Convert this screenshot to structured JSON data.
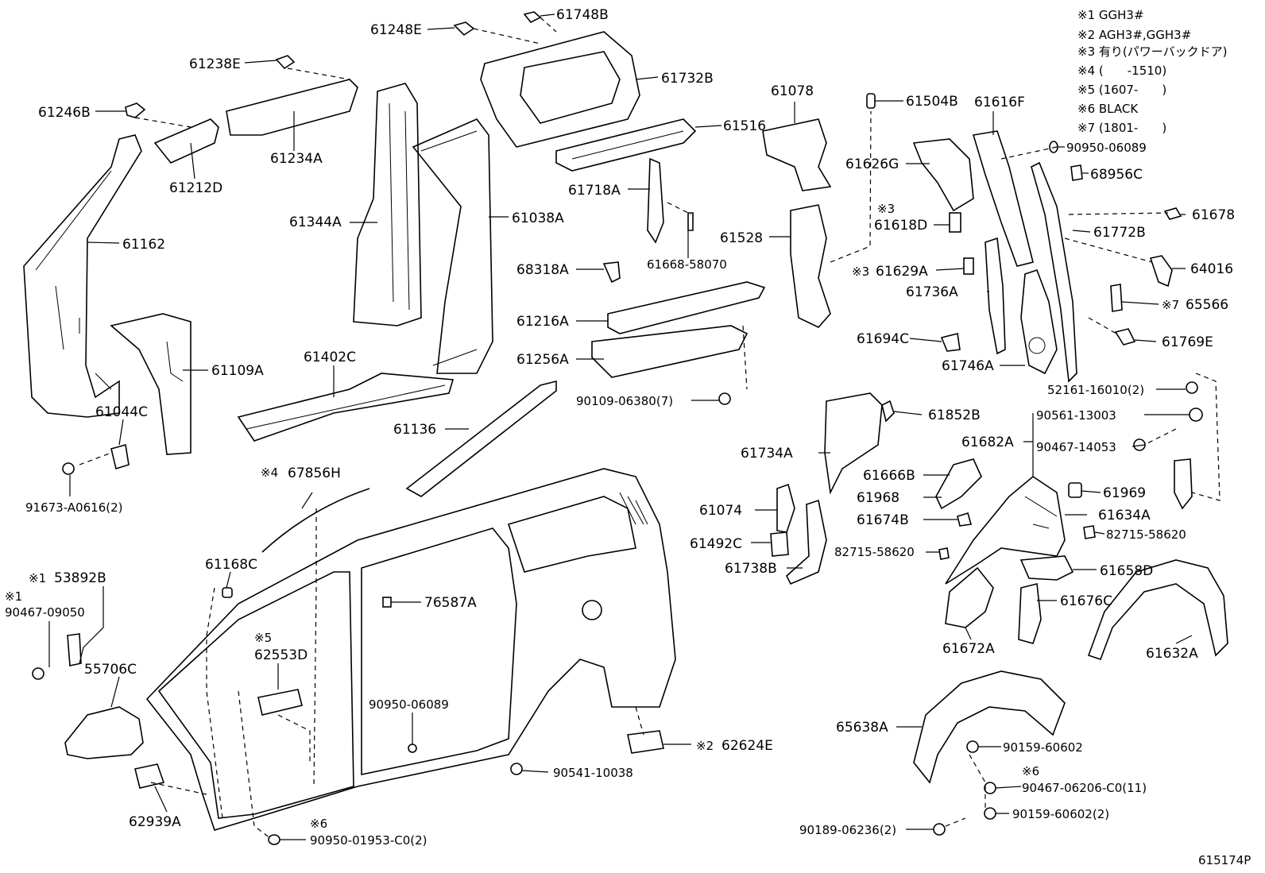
{
  "notes": [
    "※1 GGH3#",
    "※2 AGH3#,GGH3#",
    "※3 有り(パワーバックドア)",
    "※4 (　　-1510)",
    "※5 (1607-　　)",
    "※6 BLACK",
    "※7 (1801-　　)"
  ],
  "diagram_id": "615174P",
  "labels": {
    "p61748B": "61748B",
    "p61248E": "61248E",
    "p61732B": "61732B",
    "p61238E": "61238E",
    "p61246B": "61246B",
    "p61234A": "61234A",
    "p61212D": "61212D",
    "p61162": "61162",
    "p61344A": "61344A",
    "p61038A": "61038A",
    "p61109A": "61109A",
    "p61044C": "61044C",
    "p91673": "91673-A0616(2)",
    "p61402C": "61402C",
    "p61136": "61136",
    "p61078": "61078",
    "p61516": "61516",
    "p61718A": "61718A",
    "p61668": "61668-58070",
    "p68318A": "68318A",
    "p61216A": "61216A",
    "p61256A": "61256A",
    "p90109": "90109-06380(7)",
    "p61528": "61528",
    "p61504B": "61504B",
    "p61616F": "61616F",
    "p61626G": "61626G",
    "p90950_06089a": "90950-06089",
    "p68956C": "68956C",
    "p61618D": "61618D",
    "p61678": "61678",
    "p61772B": "61772B",
    "p61629A": "61629A",
    "p64016": "64016",
    "p61736A": "61736A",
    "p65566": "65566",
    "p61694C": "61694C",
    "p61769E": "61769E",
    "p61746A": "61746A",
    "p52161": "52161-16010(2)",
    "p61852B": "61852B",
    "p90561": "90561-13003",
    "p61734A": "61734A",
    "p61682A": "61682A",
    "p90467_14053": "90467-14053",
    "p61666B": "61666B",
    "p61968": "61968",
    "p61969": "61969",
    "p61674B": "61674B",
    "p61634A": "61634A",
    "p61074": "61074",
    "p82715_a": "82715-58620",
    "p82715_b": "82715-58620",
    "p61492C": "61492C",
    "p61738B": "61738B",
    "p61658D": "61658D",
    "p67856H": "67856H",
    "p61168C": "61168C",
    "p76587A": "76587A",
    "p53892B": "53892B",
    "p90467_09050": "90467-09050",
    "p55706C": "55706C",
    "p62553D": "62553D",
    "p90950_06089b": "90950-06089",
    "p61676C": "61676C",
    "p61672A": "61672A",
    "p61632A": "61632A",
    "p65638A": "65638A",
    "p90159_60602": "90159-60602",
    "p90467_06206": "90467-06206-C0(11)",
    "p62624E": "62624E",
    "p90541": "90541-10038",
    "p62939A": "62939A",
    "p90950_01953": "90950-01953-C0(2)",
    "p90189": "90189-06236(2)",
    "p90159_60602_2": "90159-60602(2)"
  },
  "marks": {
    "m1": "※1",
    "m4": "※4",
    "m5": "※5",
    "m6a": "※6",
    "m6b": "※6",
    "m7": "※7",
    "m3a": "※3",
    "m3b": "※3",
    "m2": "※2",
    "m1b": "※1"
  }
}
